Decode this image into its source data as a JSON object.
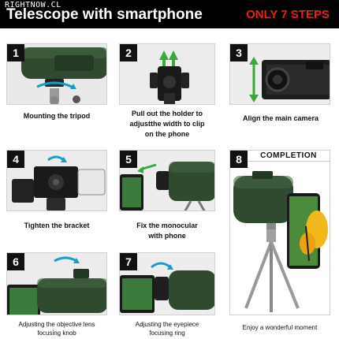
{
  "header": {
    "brand": "RIGHTNOW.CL",
    "title": "Telescope with smartphone",
    "steps_badge": "ONLY 7 STEPS"
  },
  "steps": [
    {
      "number": "1",
      "caption_lines": [
        "Mounting the tripod"
      ]
    },
    {
      "number": "2",
      "caption_lines": [
        "Pull out the holder to",
        "adjustthe width to clip",
        "on the phone"
      ]
    },
    {
      "number": "3",
      "caption_lines": [
        "Align the main camera"
      ]
    },
    {
      "number": "4",
      "caption_lines": [
        "Tighten the bracket"
      ]
    },
    {
      "number": "5",
      "caption_lines": [
        "Fix the monocular",
        "with phone"
      ]
    },
    {
      "number": "6",
      "caption_lines": [
        "Adjusting the objective lens",
        "focusing knob"
      ]
    },
    {
      "number": "7",
      "caption_lines": [
        "Adjusting the eyepiece",
        "focusing ring"
      ]
    },
    {
      "number": "8",
      "title": "COMPLETION",
      "caption_lines": [
        "Enjoy a wonderful moment"
      ]
    }
  ],
  "colors": {
    "accent_red": "#e8201c",
    "monocular_green": "#2f4a2e",
    "header_bg": "#000000",
    "arrow_green": "#3aa83a"
  }
}
